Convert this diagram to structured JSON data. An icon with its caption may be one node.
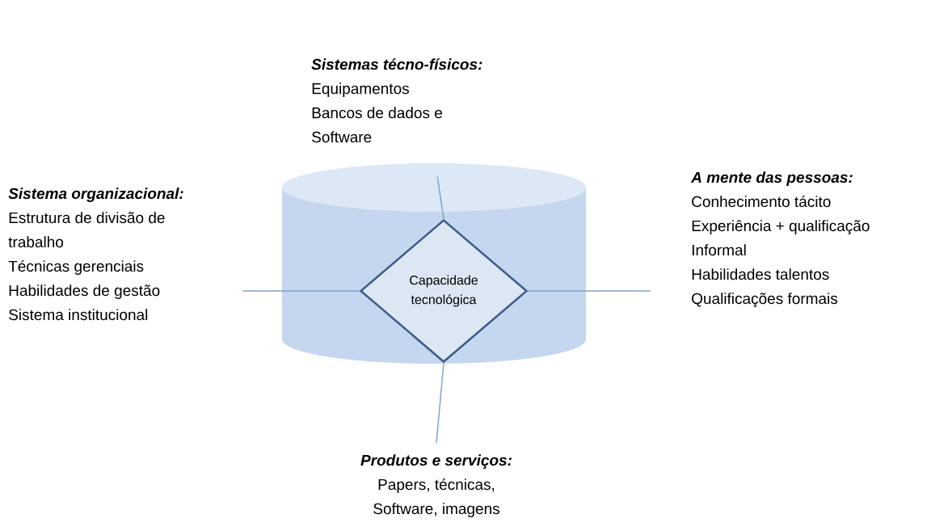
{
  "diagram": {
    "nodes": [
      {
        "text": [
          "Sistemas técno-físicos:",
          "Equipamentos",
          "Bancos de dados e Software"
        ]
      },
      {
        "text": [
          "Sistema organizacional:",
          "Estrutura de divisão de trabalho",
          "Técnicas gerenciais",
          "Habilidades de gestão",
          "Sistema institucional"
        ]
      },
      {
        "text": [],
        "shape": "cylinder"
      },
      {
        "text": [
          "Capacidade tecnológica"
        ],
        "in": 2
      },
      {
        "text": [
          "A mente das pessoas:",
          "Conhecimento tácito",
          "Experiência + qualificação",
          "Informal",
          "Habilidades talentos",
          "Qualificações formais"
        ]
      },
      {
        "text": [
          "Produtos e serviços:",
          "Papers, técnicas, Software, imagens"
        ]
      }
    ],
    "edges": [
      {
        "from": 0,
        "to": 3,
        "arrow": "none"
      },
      {
        "from": 1,
        "to": 3,
        "arrow": "none"
      },
      {
        "from": 4,
        "to": 3,
        "arrow": "none"
      },
      {
        "from": 5,
        "to": 3,
        "arrow": "none"
      }
    ]
  }
}
